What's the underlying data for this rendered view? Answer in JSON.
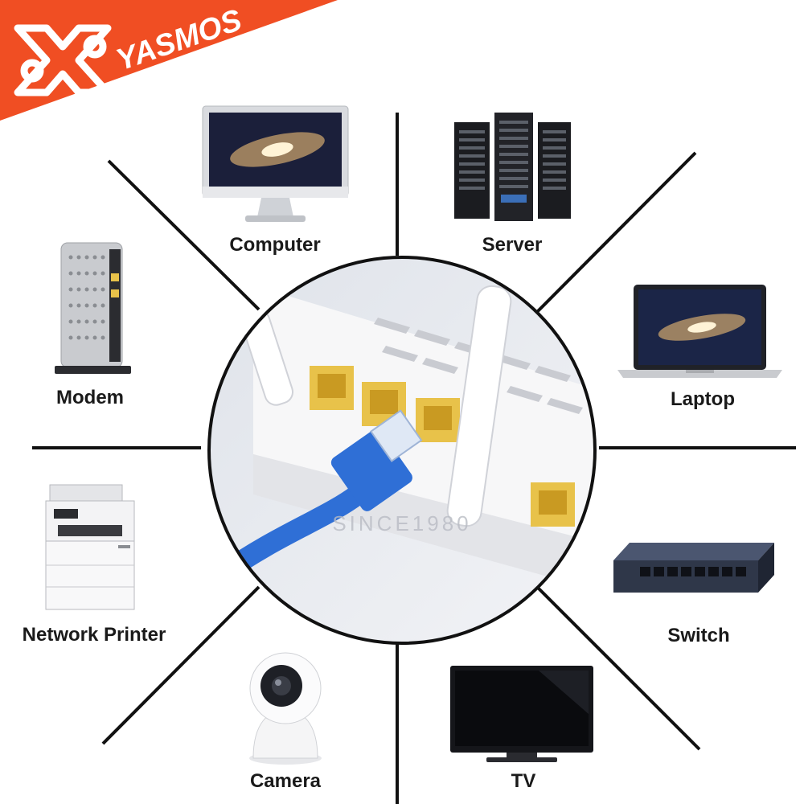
{
  "brand": {
    "name": "YASMOS",
    "tagline": "SINCE1980",
    "color": "#f04e23"
  },
  "hub": {
    "description_icon": "router-with-ethernet-cable-icon",
    "cable_color": "#2f6fd6",
    "port_color": "#e8c24a"
  },
  "devices": [
    {
      "id": "computer",
      "label": "Computer",
      "icon": "desktop-computer-icon"
    },
    {
      "id": "server",
      "label": "Server",
      "icon": "server-rack-icon"
    },
    {
      "id": "modem",
      "label": "Modem",
      "icon": "modem-icon"
    },
    {
      "id": "laptop",
      "label": "Laptop",
      "icon": "laptop-icon"
    },
    {
      "id": "printer",
      "label": "Network Printer",
      "icon": "printer-icon"
    },
    {
      "id": "switch",
      "label": "Switch",
      "icon": "network-switch-icon"
    },
    {
      "id": "camera",
      "label": "Camera",
      "icon": "security-camera-icon"
    },
    {
      "id": "tv",
      "label": "TV",
      "icon": "television-icon"
    }
  ]
}
